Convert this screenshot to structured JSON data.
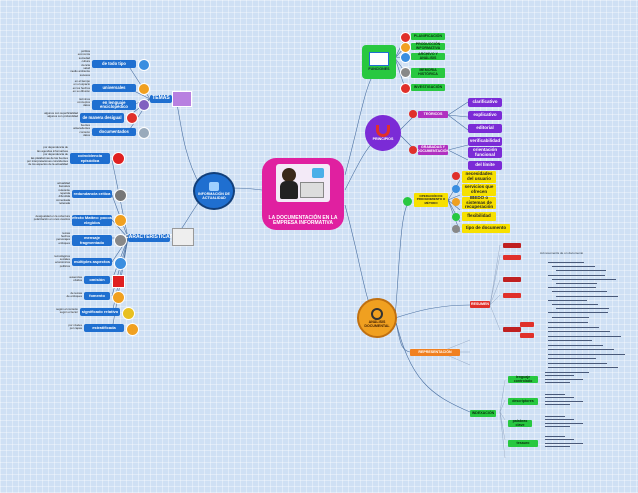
{
  "center": {
    "title": "LA DOCUMENTACIÓN EN LA EMPRESA INFORMATIVA"
  },
  "info": {
    "title": "INFORMACIÓN DE ACTUALIDAD"
  },
  "left": {
    "temas_label": "TEMAS",
    "temas": [
      {
        "label": "de todo tipo",
        "leaves": [
          "política",
          "economía",
          "sociedad",
          "cultura",
          "ciencia",
          "salud",
          "medio ambiente",
          "sucesos"
        ]
      },
      {
        "label": "universales",
        "leaves": [
          "en el tiempo",
          "en el espacio",
          "en los hechos",
          "en su difusión"
        ]
      },
      {
        "label": "en lenguaje enciclopédico",
        "leaves": [
          "términos",
          "conceptos",
          "datos"
        ]
      },
      {
        "label": "de manera desigual",
        "leaves": [
          "algunos con superficialidad",
          "algunos con profundidad"
        ]
      },
      {
        "label": "documentados",
        "leaves": [
          "fuentes",
          "antecedentes",
          "contexto",
          "datos"
        ]
      }
    ],
    "caract_label": "CARACTERÍSTICAS",
    "caract": [
      {
        "label": "coincidencia episódica",
        "leaves": [
          "por dependencia de",
          "las agendas informativas",
          "por dependencia de",
          "las plataformas de las fuentes",
          "por interpretaciones coincidentes",
          "de los aspectos de la actualidad"
        ]
      },
      {
        "label": "redundancia crítica",
        "leaves": [
          "actualidad",
          "llamativa",
          "relevante",
          "repetida",
          "difundida",
          "comentada",
          "reiterada"
        ]
      },
      {
        "label": "efecto Matteo: pocos elegidos",
        "leaves": [
          "desigualdad en la cobertura",
          "polarización en unos cuantos"
        ]
      },
      {
        "label": "mensaje fragmentado",
        "leaves": [
          "temas",
          "hechos",
          "personajes",
          "enfoques"
        ]
      },
      {
        "label": "múltiples aspectos",
        "leaves": [
          "tecnológicos",
          "sociales",
          "económicos",
          "políticos"
        ]
      },
      {
        "label": "omisión",
        "leaves": [
          "ausencias",
          "olvidos"
        ]
      },
      {
        "label": "fomento",
        "leaves": [
          "de temas",
          "de enfoques"
        ]
      },
      {
        "label": "significado relativo",
        "leaves": [
          "según el contexto",
          "según el lector"
        ]
      },
      {
        "label": "estratificada",
        "leaves": [
          "por niveles",
          "por capas"
        ]
      }
    ]
  },
  "funciones": {
    "label": "FUNCIONES",
    "items": [
      "PLANIFICACIÓN",
      "PRODUCCIÓN INFORMATIVA",
      "ARCHIVO Y ANÁLISIS",
      "MEMORIA HISTÓRICA",
      "INVESTIGACIÓN"
    ]
  },
  "principios": {
    "label": "PRINCIPIOS",
    "groups": [
      {
        "label": "TEÓRICOS",
        "items": [
          "clarificativo",
          "explicativo",
          "editorial"
        ]
      },
      {
        "label": "GRABADAS Y DOCUMENTACIÓN",
        "items": [
          "verificabilidad",
          "orientación funcional",
          "del límite"
        ]
      }
    ]
  },
  "analisis": {
    "label": "ANÁLISIS DOCUMENTAL",
    "operaciones": {
      "label": "OPERACIÓN DE PROCEDIMIENTO O MÉTODO",
      "items": [
        "necesidades del usuario",
        "servicios que ofrecen",
        "IBEDO o sistemas de recuperación",
        "flexibilidad",
        "tipo de documento"
      ]
    },
    "resumen": {
      "label": "RESUMEN",
      "note": "Ad resumentis de un documento"
    },
    "representacion": {
      "label": "REPRESENTACIÓN"
    },
    "indexacion": {
      "label": "INDEXACIÓN",
      "items": [
        "lenguaje controlado",
        "descriptores",
        "palabras clave",
        "tesauro"
      ]
    }
  },
  "colors": {
    "blue": "#1f6fd0",
    "green": "#28c840",
    "purple": "#7b2bd6",
    "yellow": "#f7e000",
    "red": "#e0302a",
    "magenta": "#e020a0"
  }
}
